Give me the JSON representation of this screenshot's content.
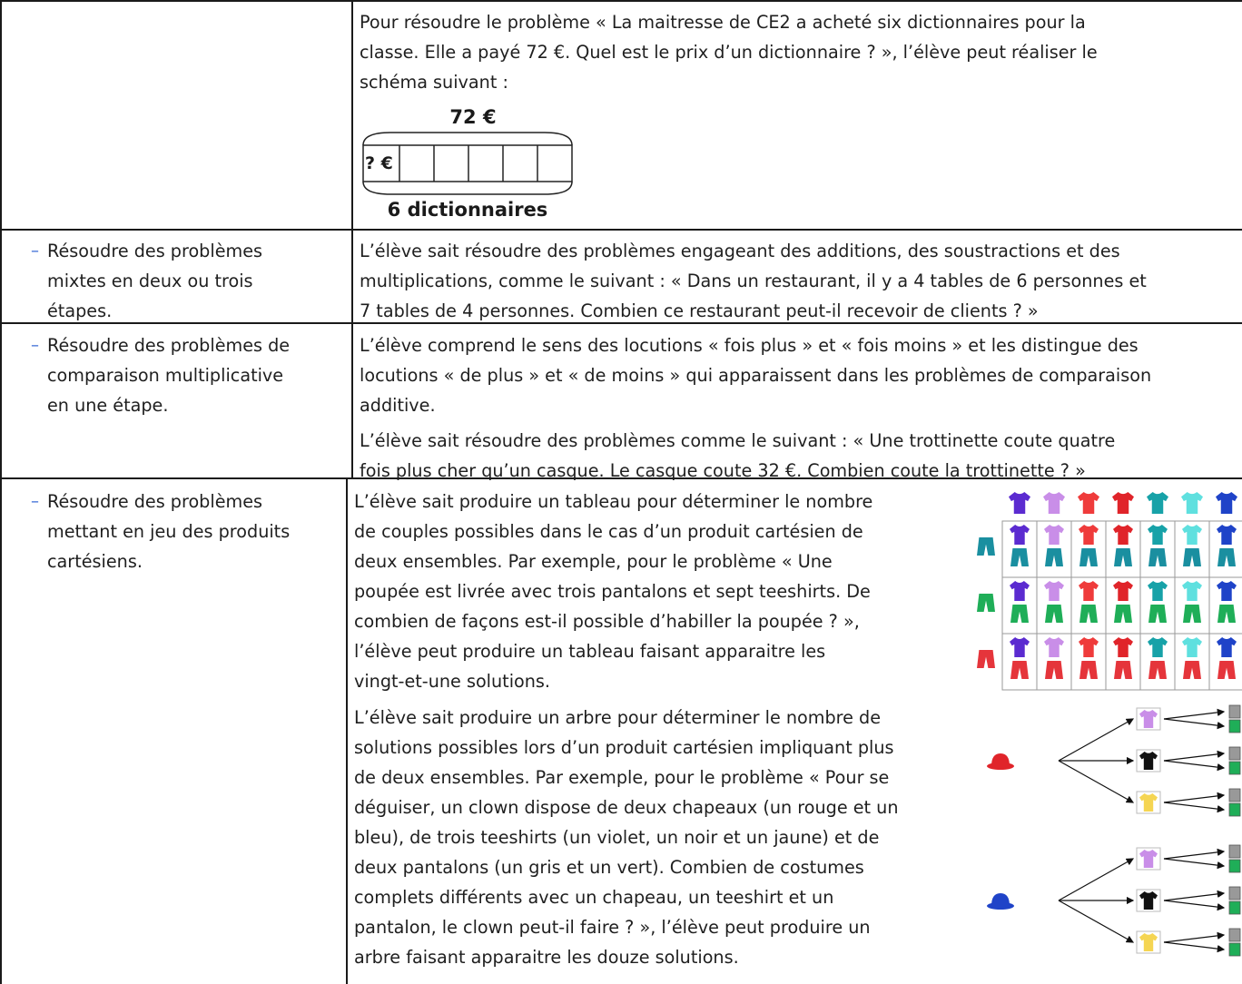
{
  "row1": {
    "p1_line1": "Pour résoudre le problème « La maitresse de CE2 a acheté six dictionnaires pour la",
    "p1_line2": "classe. Elle a payé 72 €. Quel est le prix d’un dictionnaire ? », l’élève peut réaliser le",
    "p1_line3": "schéma suivant :",
    "diagram": {
      "top_label": "72 €",
      "unknown_label": "? €",
      "bottom_label": "6 dictionnaires",
      "boxes": 6
    }
  },
  "row2": {
    "left_line1": "Résoudre des problèmes",
    "left_line2": "mixtes en deux ou trois",
    "left_line3": "étapes.",
    "right_line1": "L’élève sait résoudre des problèmes engageant des additions, des soustractions et des",
    "right_line2": "multiplications, comme le suivant : « Dans un restaurant, il y a 4 tables de 6 personnes et",
    "right_line3": "7 tables de 4 personnes. Combien ce restaurant peut-il recevoir de clients ? »"
  },
  "row3": {
    "left_line1": "Résoudre des problèmes de",
    "left_line2": "comparaison multiplicative",
    "left_line3": "en une étape.",
    "right_line1": "L’élève comprend le sens des locutions « fois plus » et « fois moins » et les distingue des",
    "right_line2": "locutions « de plus » et « de moins » qui apparaissent dans les problèmes de comparaison",
    "right_line3": "additive.",
    "right_line4": "L’élève sait résoudre des problèmes comme le suivant : « Une trottinette coute quatre",
    "right_line5": "fois plus cher qu’un casque. Le casque coute 32 €. Combien coute la trottinette ? »"
  },
  "row4": {
    "left_line1": "Résoudre des problèmes",
    "left_line2": "mettant en jeu des produits",
    "left_line3": "cartésiens.",
    "p1": [
      "L’élève sait produire un tableau pour déterminer le nombre",
      "de couples possibles dans le cas d’un produit cartésien de",
      "deux ensembles. Par exemple, pour le problème « Une",
      "poupée est livrée avec trois pantalons et sept teeshirts. De",
      "combien de façons est-il possible d’habiller la poupée ? »,",
      "l’élève peut produire un tableau faisant apparaitre les",
      "vingt-et-une solutions."
    ],
    "p2": [
      "L’élève sait produire un arbre pour déterminer le nombre de",
      "solutions possibles lors d’un produit cartésien impliquant plus",
      "de deux ensembles. Par exemple, pour le problème « Pour se",
      "déguiser, un clown dispose de deux chapeaux (un rouge et un",
      "bleu), de trois teeshirts (un violet, un noir et un jaune) et de",
      "deux pantalons (un gris et un vert). Combien de costumes",
      "complets différents avec un chapeau, un teeshirt et un",
      "pantalon, le clown peut-il faire ? », l’élève peut produire un",
      "arbre faisant apparaitre les douze solutions."
    ]
  },
  "dash_glyph": "–",
  "colors": {
    "accent_dash": "#3b6bd6",
    "grid": "#1a1a1a",
    "shirt_colors": [
      "#5b2bd0",
      "#c98ee8",
      "#ef3b3b",
      "#e0242a",
      "#17a2a8",
      "#5fe0df",
      "#1f43c8"
    ],
    "pants_colors": [
      "#1a8fa0",
      "#1fae58",
      "#e5353b"
    ],
    "hat_colors": [
      "#e0242a",
      "#1f43c8"
    ],
    "tree_shirts": [
      "#c98ee8",
      "#111111",
      "#f5d552"
    ],
    "tree_pants": [
      "#999999",
      "#1fae58"
    ]
  }
}
